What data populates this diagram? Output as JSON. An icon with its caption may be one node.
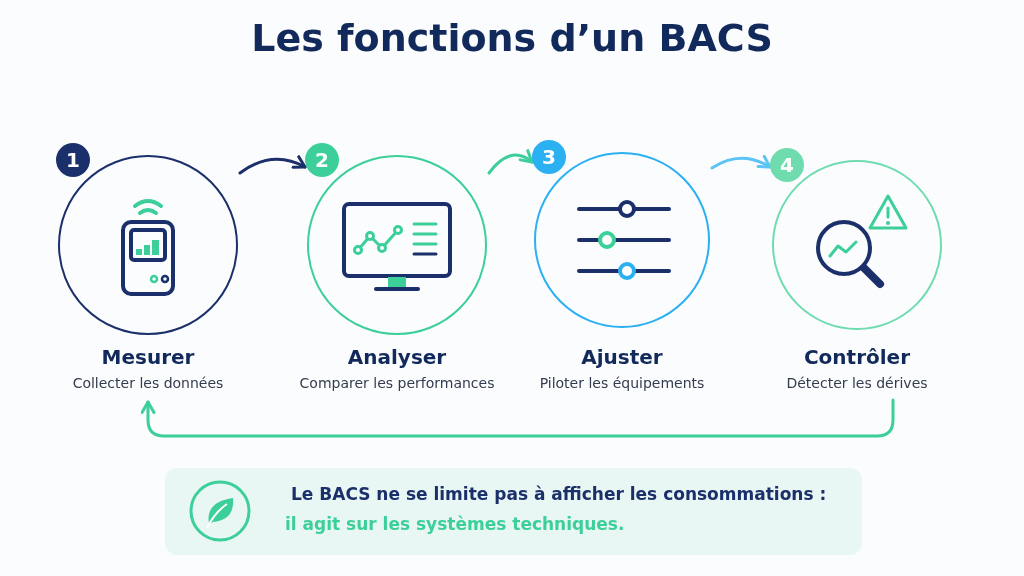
{
  "diagram": {
    "title": "Les fonctions d’un BACS",
    "nodes": [
      {
        "text": [
          "1",
          "Mesurer",
          "Collecter les données"
        ]
      },
      {
        "text": [
          "2",
          "Analyser",
          "Comparer les performances"
        ]
      },
      {
        "text": [
          "3",
          "Ajuster",
          "Piloter les équipements"
        ]
      },
      {
        "text": [
          "4",
          "Contrôler",
          "Détecter les dérives"
        ]
      },
      {
        "text": [
          "Le BACS ne se limite pas à afficher les consommations :",
          "il agit sur les systèmes techniques."
        ]
      }
    ],
    "edges": [
      {
        "from": 0,
        "to": 1,
        "arrow": "to",
        "color": "#1b2f6b"
      },
      {
        "from": 1,
        "to": 2,
        "arrow": "to",
        "color": "#3ccf9a"
      },
      {
        "from": 2,
        "to": 3,
        "arrow": "to",
        "color": "#5cc4f5"
      },
      {
        "from": 3,
        "to": 0,
        "arrow": "to",
        "color": "#3ccf9a"
      }
    ]
  }
}
